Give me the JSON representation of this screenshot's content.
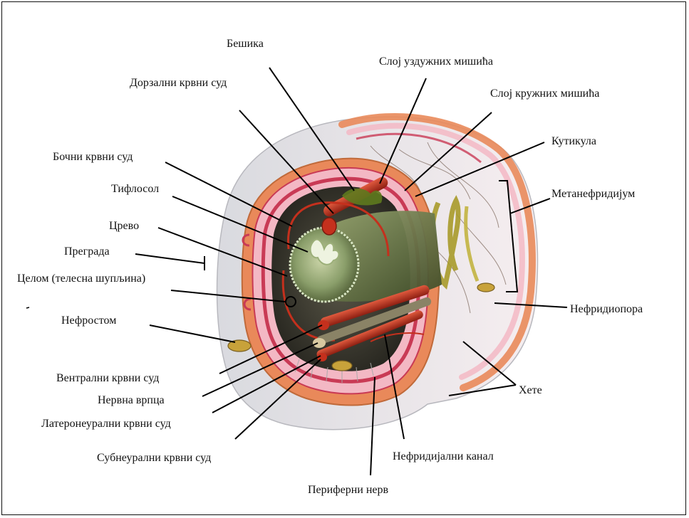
{
  "labels": {
    "beshika": "Бешика",
    "sloj_uzduzhnih": "Слој уздужних мишића",
    "dorzalni": "Дорзални крвни суд",
    "sloj_kruzhnih": "Слој кружних мишића",
    "kutikula": "Кутикула",
    "bochni": "Бочни крвни суд",
    "metanefridijum": "Метанефридијум",
    "tiflosol": "Тифлосол",
    "crevo": "Црево",
    "pregrada": "Преграда",
    "celom": "Целом (телесна шупљина)",
    "nefridiopora": "Нефридиопора",
    "nefrostom": "Нефростом",
    "hete": "Хете",
    "ventralni": "Вентрални крвни суд",
    "nervna_vrpca": "Нервна врпца",
    "lateroneuralni": "Латеронеурални крвни суд",
    "subneuralni": "Субнеурални крвни суд",
    "nefridijalni_kanal": "Нефридијални канал",
    "periferni_nerv": "Периферни нерв"
  },
  "colors": {
    "cuticle": "#e9895a",
    "muscle_pink": "#f3b8c4",
    "body_cavity": "#3b3a30",
    "gut_green": "#8a9e6a",
    "blood_vessel": "#c4301d",
    "leader_line": "#000000"
  }
}
